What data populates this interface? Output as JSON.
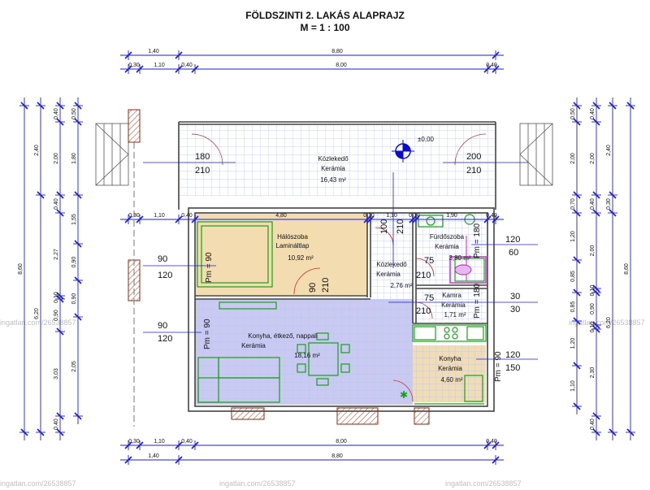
{
  "title": {
    "line1": "FÖLDSZINTI 2. LAKÁS ALAPRAJZ",
    "line2": "M = 1 : 100"
  },
  "colors": {
    "dimension_line": "#1b1bd6",
    "wall": "#444444",
    "furniture": "#19a019",
    "kitchen_floor": "#f3ddb0",
    "bedroom_floor": "#f3ddb0",
    "living_floor": "#c9c9f1",
    "tile_grid": "#b8c4ee",
    "marker": "#0b0bcf"
  },
  "level_marker": "±0,00",
  "watermark": "ingatlan.com/26538857",
  "rooms": [
    {
      "id": "corridor-top",
      "name": "Közlekedő",
      "floor": "Kerámia",
      "area": "16,43 m²"
    },
    {
      "id": "bedroom",
      "name": "Hálószoba",
      "floor": "Laminált­lap",
      "area": "10,92 m²"
    },
    {
      "id": "hall",
      "name": "Közlekedő",
      "floor": "Kerámia",
      "area": "2,76 m²"
    },
    {
      "id": "bathroom",
      "name": "Fürdőszoba",
      "floor": "Kerámia",
      "area": "3,80 m²"
    },
    {
      "id": "pantry",
      "name": "Kamra",
      "floor": "Kerámia",
      "area": "1,71 m²"
    },
    {
      "id": "living",
      "name": "Konyha, étkező, nappali",
      "floor": "Kerámia",
      "area": "18,16 m²"
    },
    {
      "id": "kitchen",
      "name": "Konyha",
      "floor": "Kerámia",
      "area": "4,60 m²"
    }
  ],
  "top_dims": {
    "row1": [
      "1,40",
      "8,80"
    ],
    "row2": [
      "0,30",
      "1,10",
      "0,40",
      "8,00",
      "0,40"
    ]
  },
  "bottom_dims": {
    "row1": [
      "0,30",
      "1,10",
      "0,40",
      "8,00",
      "0,40"
    ],
    "row2": [
      "1,40",
      "8,80"
    ]
  },
  "left_dims": {
    "outer": [
      "8,60"
    ],
    "col2": [
      "2,40",
      "6,20"
    ],
    "col3": [
      "0,40",
      "2,00",
      "0,40",
      "2,27",
      "0,10",
      "0,90",
      "3,03",
      "0,40"
    ],
    "col4": [
      "0,50",
      "1,80",
      "1,55",
      "0,90",
      "0,90",
      "2,05"
    ]
  },
  "right_dims": {
    "col1": [
      "0,50",
      "2,00",
      "0,70",
      "1,20",
      "0,85",
      "0,85",
      "1,20",
      "1,10"
    ],
    "col2": [
      "0,40",
      "2,00",
      "0,40",
      "2,00",
      "0,10",
      "0,90",
      "0,10",
      "2,30",
      "0,40"
    ],
    "col3": [
      "2,40",
      "0,30",
      "6,20"
    ],
    "outer": [
      "8,60"
    ]
  },
  "interior_dims": [
    "0,30",
    "1,10",
    "0,40",
    "4,80",
    "0,10",
    "1,10",
    "0,10",
    "1,90",
    "0,40"
  ],
  "openings": [
    {
      "id": "door-left",
      "w": "180",
      "h": "210"
    },
    {
      "id": "door-right",
      "w": "200",
      "h": "210"
    },
    {
      "id": "win-left-1",
      "w": "90",
      "h": "120"
    },
    {
      "id": "win-left-2",
      "w": "90",
      "h": "120"
    },
    {
      "id": "win-right-1",
      "w": "120",
      "h": "60"
    },
    {
      "id": "win-right-2",
      "w": "30",
      "h": "30"
    },
    {
      "id": "win-right-3",
      "w": "120",
      "h": "150"
    },
    {
      "id": "door-hall-1",
      "w": "100",
      "h": "210"
    },
    {
      "id": "door-bed",
      "w": "90",
      "h": "210"
    },
    {
      "id": "door-bath",
      "w": "75",
      "h": "210"
    },
    {
      "id": "door-pantry",
      "w": "75",
      "h": "210"
    }
  ],
  "parapets": [
    "Pm = 90",
    "Pm = 90",
    "Pm = 180",
    "Pm = 180",
    "Pm = 90"
  ]
}
